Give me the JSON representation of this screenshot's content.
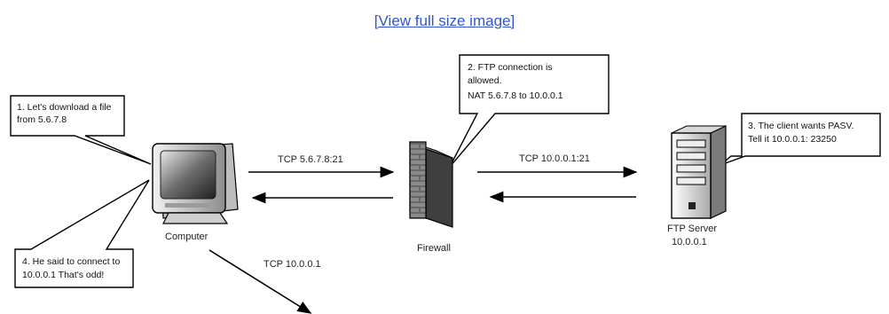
{
  "header": {
    "link_text": "[View full size image]"
  },
  "nodes": {
    "computer": "Computer",
    "firewall": "Firewall",
    "server_name": "FTP Server",
    "server_ip": "10.0.0.1"
  },
  "connections": {
    "computer_to_firewall": "TCP 5.6.7.8:21",
    "firewall_to_server": "TCP 10.0.0.1:21",
    "computer_out": "TCP 10.0.0.1"
  },
  "callouts": {
    "c1": [
      "1. Let's download a file",
      "from 5.6.7.8"
    ],
    "c2": [
      "2. FTP connection is",
      "allowed.",
      "NAT 5.6.7.8 to 10.0.0.1"
    ],
    "c3": [
      "3. The client wants PASV.",
      "Tell it 10.0.0.1: 23250"
    ],
    "c4": [
      "4. He said to connect to",
      "10.0.0.1 That's odd!"
    ]
  }
}
